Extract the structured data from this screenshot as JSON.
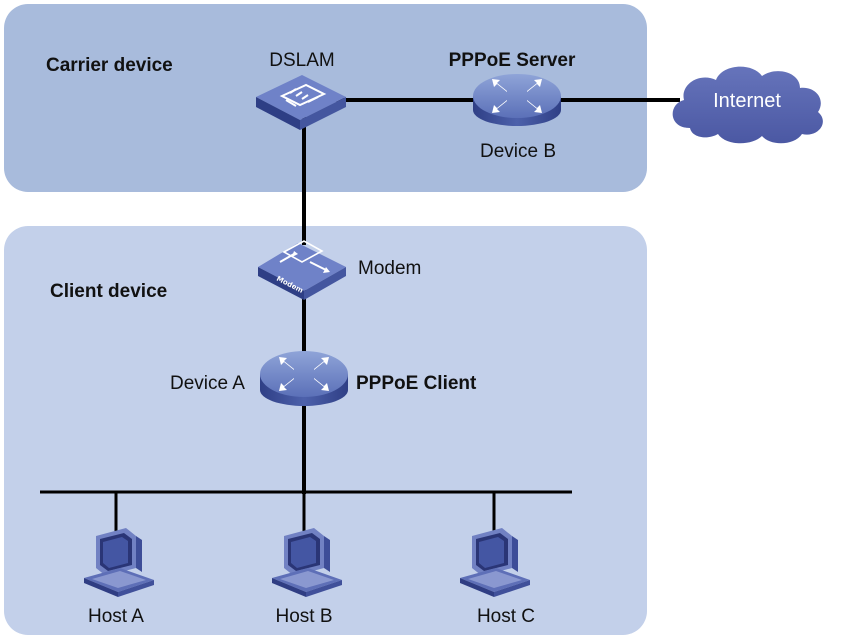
{
  "regions": {
    "carrier": {
      "label": "Carrier device"
    },
    "client": {
      "label": "Client device"
    }
  },
  "devices": {
    "dslam": {
      "label": "DSLAM"
    },
    "device_b": {
      "label": "Device B",
      "role": "PPPoE Server"
    },
    "internet": {
      "label": "Internet"
    },
    "modem": {
      "label": "Modem",
      "icon_text": "Modem"
    },
    "device_a": {
      "label": "Device A",
      "role": "PPPoE Client"
    }
  },
  "hosts": [
    {
      "label": "Host A"
    },
    {
      "label": "Host B"
    },
    {
      "label": "Host C"
    }
  ],
  "colors": {
    "carrier_bg": "#a8bbdc",
    "client_bg": "#c3d0ea",
    "device_blue": "#4a5fad",
    "cloud": "#5563ad",
    "line": "#000000"
  }
}
